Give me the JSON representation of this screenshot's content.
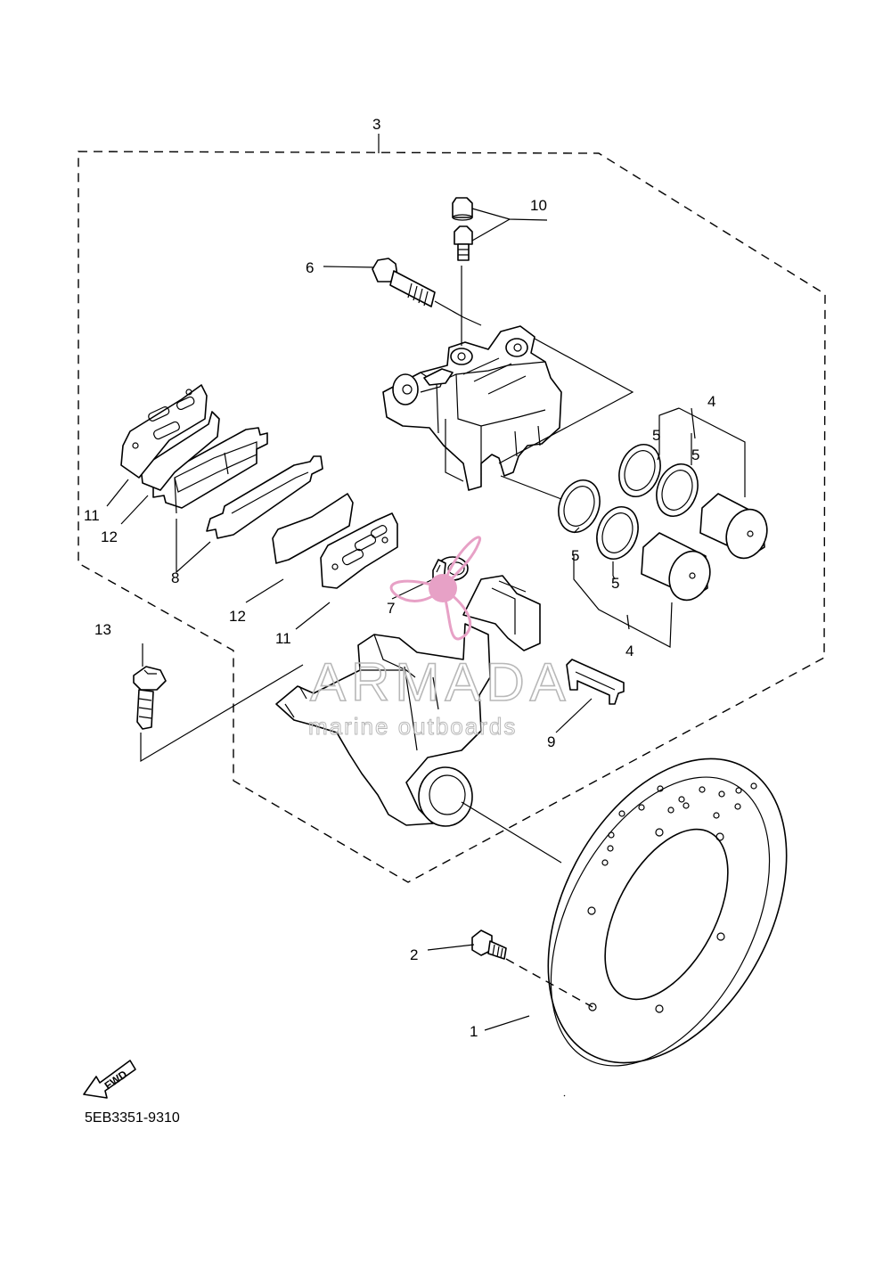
{
  "diagram": {
    "drawing_code": "5EB3351-9310",
    "direction_arrow_label": "FWD",
    "callouts": {
      "disc": "1",
      "disc_bolt": "2",
      "caliper_assembly": "3",
      "piston_kit_top": "4",
      "piston_kit_bottom": "4",
      "seal_a": "5",
      "seal_b": "5",
      "seal_c": "5",
      "seal_d": "5",
      "caliper_bolt": "6",
      "pin_boot": "7",
      "brake_pad_kit": "8",
      "pad_support": "9",
      "bleed_screw": "10",
      "shim_a": "11",
      "shim_b": "11",
      "insulator_a": "12",
      "insulator_b": "12",
      "bracket_bolt": "13"
    },
    "watermark": {
      "brand": "ARMADA",
      "tagline": "marine outboards",
      "color": "#e7a1c6"
    }
  }
}
